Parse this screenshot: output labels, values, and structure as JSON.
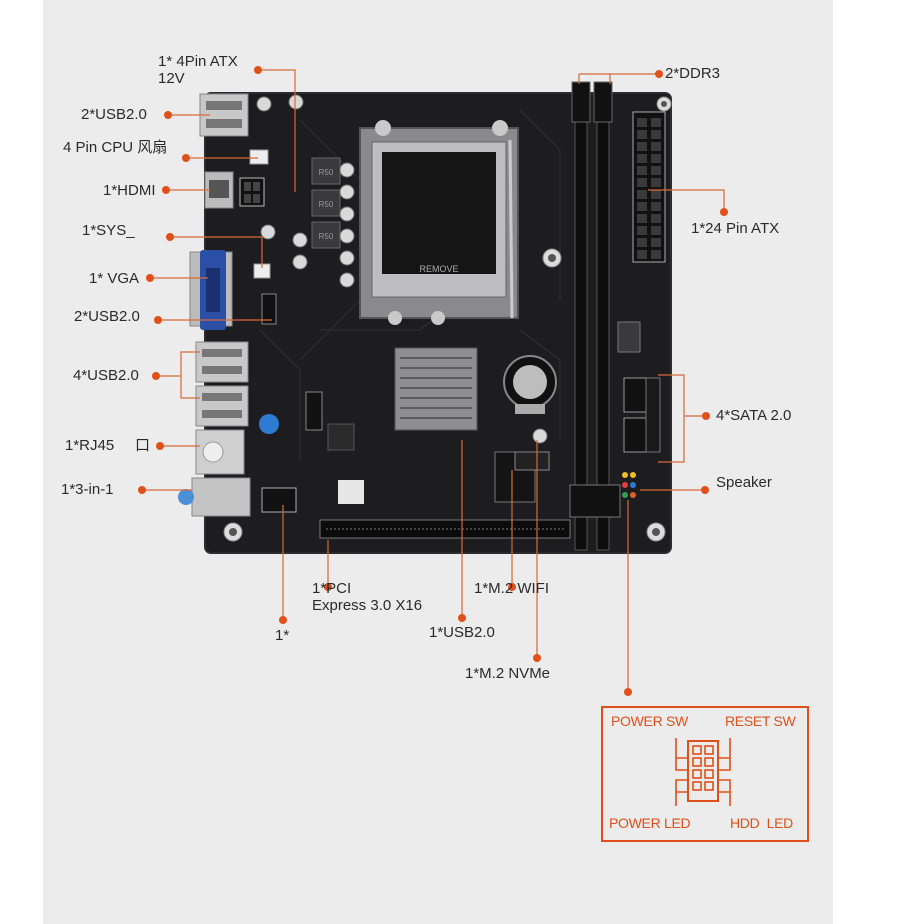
{
  "labels": {
    "atx4_line1": "1* 4Pin ATX",
    "atx4_line2": "12V",
    "usb2_top": "2*USB2.0",
    "cpu_fan": "4 Pin CPU 风扇",
    "hdmi": "1*HDMI",
    "sys": "1*SYS_",
    "vga": "1* VGA",
    "usb2_mid": "2*USB2.0",
    "usb4": "4*USB2.0",
    "rj45": "1*RJ45     口",
    "audio": "1*3-in-1",
    "pcie_line1": "1*PCI",
    "pcie_line2": "Express 3.0 X16",
    "one_star": "1*",
    "usb2_bottom": "1*USB2.0",
    "m2_wifi": "1*M.2 WIFI",
    "m2_nvme": "1*M.2 NVMe",
    "ddr3": "2*DDR3",
    "atx24": "1*24 Pin ATX",
    "sata": "4*SATA 2.0",
    "speaker": "Speaker"
  },
  "board_marks": {
    "socket_text": "REMOVE",
    "chip1": "R50",
    "chip2": "R50",
    "chip3": "R50"
  },
  "front_panel": {
    "power_sw": "POWER SW",
    "reset_sw": "RESET SW",
    "power_led": "POWER LED",
    "hdd_led": "HDD  LED"
  },
  "colors": {
    "accent": "#e0501a",
    "board": "#1d1d1f",
    "panel_bg": "#ececec"
  }
}
